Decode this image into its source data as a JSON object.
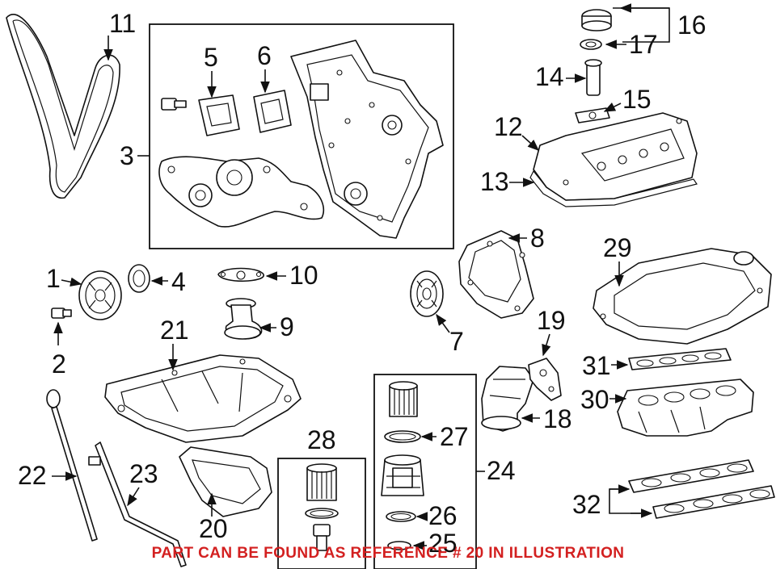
{
  "callouts": {
    "c1": "1",
    "c2": "2",
    "c3": "3",
    "c4": "4",
    "c5": "5",
    "c6": "6",
    "c7": "7",
    "c8": "8",
    "c9": "9",
    "c10": "10",
    "c11": "11",
    "c12": "12",
    "c13": "13",
    "c14": "14",
    "c15": "15",
    "c16": "16",
    "c17": "17",
    "c18": "18",
    "c19": "19",
    "c20": "20",
    "c21": "21",
    "c22": "22",
    "c23": "23",
    "c24": "24",
    "c25": "25",
    "c26": "26",
    "c27": "27",
    "c28": "28",
    "c29": "29",
    "c30": "30",
    "c31": "31",
    "c32": "32"
  },
  "note": "PART CAN BE FOUND AS REFERENCE # 20 IN ILLUSTRATION",
  "colors": {
    "line": "#111111",
    "note": "#d32020",
    "background": "#ffffff"
  }
}
